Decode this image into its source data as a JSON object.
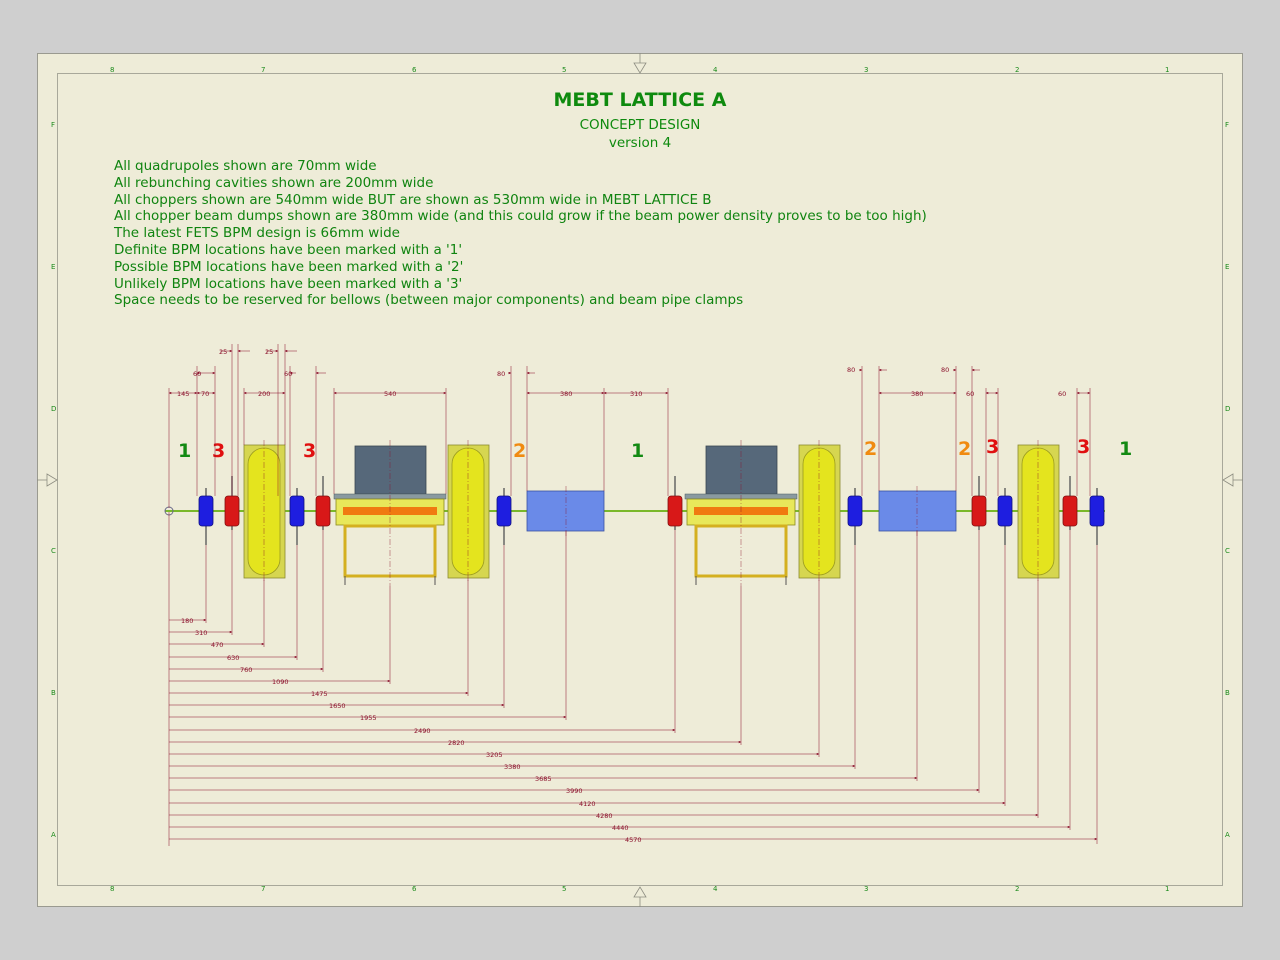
{
  "drawing": {
    "title": "MEBT LATTICE A",
    "subtitle": "CONCEPT DESIGN",
    "version": "version 4"
  },
  "notes": [
    "All quadrupoles shown are 70mm wide",
    "All rebunching cavities shown are 200mm wide",
    "All choppers shown are 540mm wide BUT are shown as 530mm wide in MEBT LATTICE B",
    "All chopper beam dumps shown are 380mm wide (and this could grow if the beam power density proves to be too high)",
    "The latest FETS BPM design is 66mm wide",
    "Definite BPM locations have been marked with a '1'",
    "Possible BPM locations have been marked with a '2'",
    "Unlikely BPM locations have been marked with a '3'",
    "Space needs to be reserved for bellows (between major components) and beam pipe clamps"
  ],
  "colors": {
    "bpm_definite": "#138a13",
    "bpm_possible": "#f08a10",
    "bpm_unlikely": "#e01010",
    "dimension": "#8a0f2a",
    "quad_blue": "#1e1ee0",
    "quad_red": "#d81818",
    "cavity": "#d8d84a",
    "beam_dump": "#6a8ae8",
    "chopper_box": "#56687a"
  },
  "zones": {
    "top": [
      "8",
      "7",
      "6",
      "5",
      "4",
      "3",
      "2",
      "1"
    ],
    "bottom": [
      "8",
      "7",
      "6",
      "5",
      "4",
      "3",
      "2",
      "1"
    ],
    "left": [
      "F",
      "E",
      "D",
      "C",
      "B",
      "A"
    ],
    "right": [
      "F",
      "E",
      "D",
      "C",
      "B",
      "A"
    ]
  },
  "bpm_markers": [
    {
      "label": "1",
      "class": "definite"
    },
    {
      "label": "3",
      "class": "unlikely"
    },
    {
      "label": "3",
      "class": "unlikely"
    },
    {
      "label": "2",
      "class": "possible"
    },
    {
      "label": "1",
      "class": "definite"
    },
    {
      "label": "2",
      "class": "possible"
    },
    {
      "label": "2",
      "class": "possible"
    },
    {
      "label": "3",
      "class": "unlikely"
    },
    {
      "label": "3",
      "class": "unlikely"
    },
    {
      "label": "1",
      "class": "definite"
    }
  ],
  "component_widths_mm": [
    {
      "value": "25"
    },
    {
      "value": "25"
    },
    {
      "value": "60"
    },
    {
      "value": "60"
    },
    {
      "value": "80"
    },
    {
      "value": "145"
    },
    {
      "value": "70"
    },
    {
      "value": "200"
    },
    {
      "value": "540"
    },
    {
      "value": "380"
    },
    {
      "value": "310"
    },
    {
      "value": "80"
    },
    {
      "value": "80"
    },
    {
      "value": "60"
    },
    {
      "value": "380"
    },
    {
      "value": "60"
    }
  ],
  "positions_mm": [
    "180",
    "310",
    "470",
    "630",
    "760",
    "1090",
    "1475",
    "1650",
    "1955",
    "2490",
    "2820",
    "3205",
    "3380",
    "3685",
    "3990",
    "4120",
    "4280",
    "4440",
    "4570"
  ]
}
